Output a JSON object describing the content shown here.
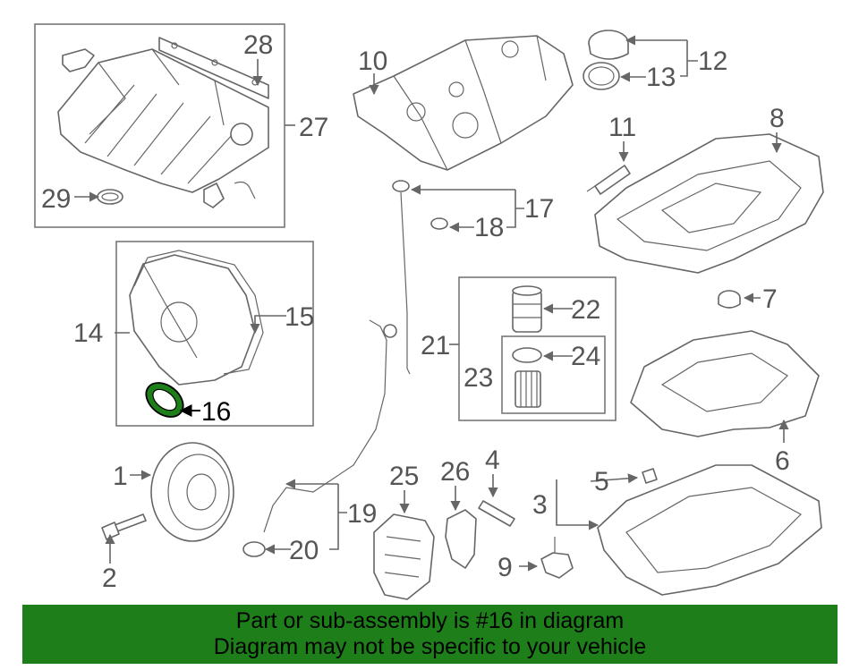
{
  "callouts": {
    "c1": "1",
    "c2": "2",
    "c3": "3",
    "c4": "4",
    "c5": "5",
    "c6": "6",
    "c7": "7",
    "c8": "8",
    "c9": "9",
    "c10": "10",
    "c11": "11",
    "c12": "12",
    "c13": "13",
    "c14": "14",
    "c15": "15",
    "c16": "16",
    "c17": "17",
    "c18": "18",
    "c19": "19",
    "c20": "20",
    "c21": "21",
    "c22": "22",
    "c23": "23",
    "c24": "24",
    "c25": "25",
    "c26": "26",
    "c27": "27",
    "c28": "28",
    "c29": "29"
  },
  "highlighted_part": "16",
  "colors": {
    "highlight": "#1e7f1a",
    "line": "#666666",
    "banner": "#1e7f1a"
  },
  "banner": {
    "line1": "Part or sub-assembly is #16 in diagram",
    "line2": "Diagram may not be specific to your vehicle"
  }
}
